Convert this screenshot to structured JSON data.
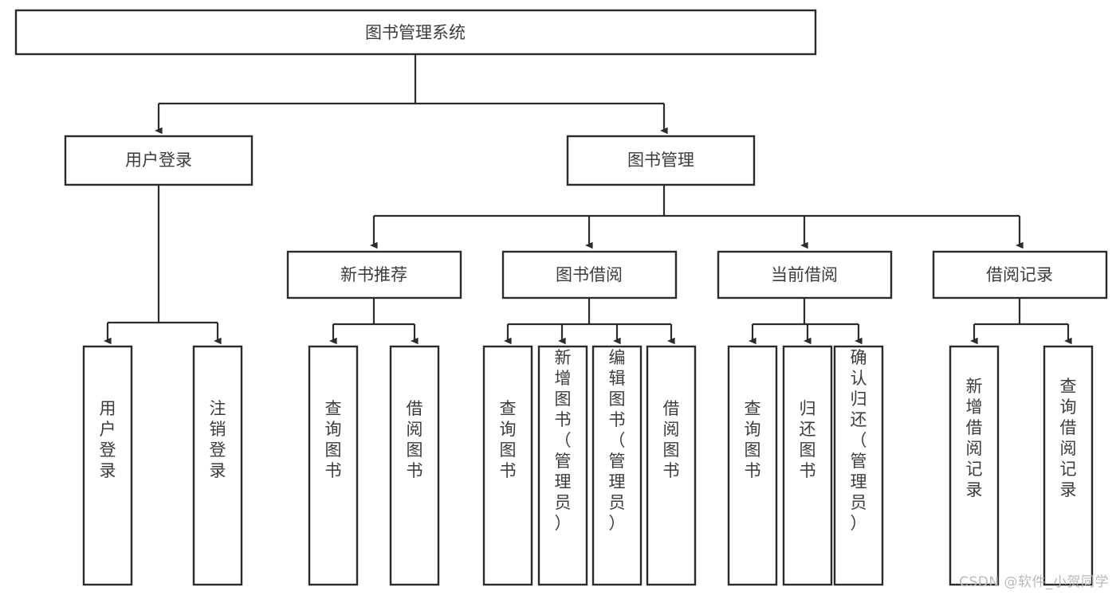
{
  "diagram": {
    "type": "tree",
    "orientation": "top-down",
    "title": "图书管理系统",
    "watermark": "CSDN @软件_小贺同学",
    "colors": {
      "stroke": "#2b2b2b",
      "box_fill": "#ffffff",
      "text": "#3c3c3c",
      "watermark": "#b9b9b9",
      "background": "#ffffff"
    },
    "levels": [
      {
        "level": 1,
        "nodes": [
          {
            "id": "root",
            "label": "图书管理系统",
            "orientation": "horizontal"
          }
        ]
      },
      {
        "level": 2,
        "nodes": [
          {
            "id": "login",
            "label": "用户登录",
            "orientation": "horizontal",
            "parent": "root"
          },
          {
            "id": "bookmgmt",
            "label": "图书管理",
            "orientation": "horizontal",
            "parent": "root"
          }
        ]
      },
      {
        "level": 3,
        "nodes": [
          {
            "id": "newbook",
            "label": "新书推荐",
            "orientation": "horizontal",
            "parent": "bookmgmt"
          },
          {
            "id": "borrow",
            "label": "图书借阅",
            "orientation": "horizontal",
            "parent": "bookmgmt"
          },
          {
            "id": "current",
            "label": "当前借阅",
            "orientation": "horizontal",
            "parent": "bookmgmt"
          },
          {
            "id": "record",
            "label": "借阅记录",
            "orientation": "horizontal",
            "parent": "bookmgmt"
          }
        ]
      },
      {
        "level": 4,
        "nodes": [
          {
            "id": "leaf-user-login",
            "label": "用户登录",
            "orientation": "vertical",
            "parent": "login"
          },
          {
            "id": "leaf-logout",
            "label": "注销登录",
            "orientation": "vertical",
            "parent": "login"
          },
          {
            "id": "leaf-query-book-1",
            "label": "查询图书",
            "orientation": "vertical",
            "parent": "newbook"
          },
          {
            "id": "leaf-borrow-book-1",
            "label": "借阅图书",
            "orientation": "vertical",
            "parent": "newbook"
          },
          {
            "id": "leaf-query-book-2",
            "label": "查询图书",
            "orientation": "vertical",
            "parent": "borrow"
          },
          {
            "id": "leaf-add-book",
            "label": "新增图书（管理员）",
            "orientation": "vertical",
            "parent": "borrow"
          },
          {
            "id": "leaf-edit-book",
            "label": "编辑图书（管理员）",
            "orientation": "vertical",
            "parent": "borrow"
          },
          {
            "id": "leaf-borrow-book-2",
            "label": "借阅图书",
            "orientation": "vertical",
            "parent": "borrow"
          },
          {
            "id": "leaf-query-book-3",
            "label": "查询图书",
            "orientation": "vertical",
            "parent": "current"
          },
          {
            "id": "leaf-return-book",
            "label": "归还图书",
            "orientation": "vertical",
            "parent": "current"
          },
          {
            "id": "leaf-confirm-return",
            "label": "确认归还（管理员）",
            "orientation": "vertical",
            "parent": "current"
          },
          {
            "id": "leaf-add-record",
            "label": "新增借阅记录",
            "orientation": "vertical",
            "parent": "record"
          },
          {
            "id": "leaf-query-record",
            "label": "查询借阅记录",
            "orientation": "vertical",
            "parent": "record"
          }
        ]
      }
    ]
  }
}
